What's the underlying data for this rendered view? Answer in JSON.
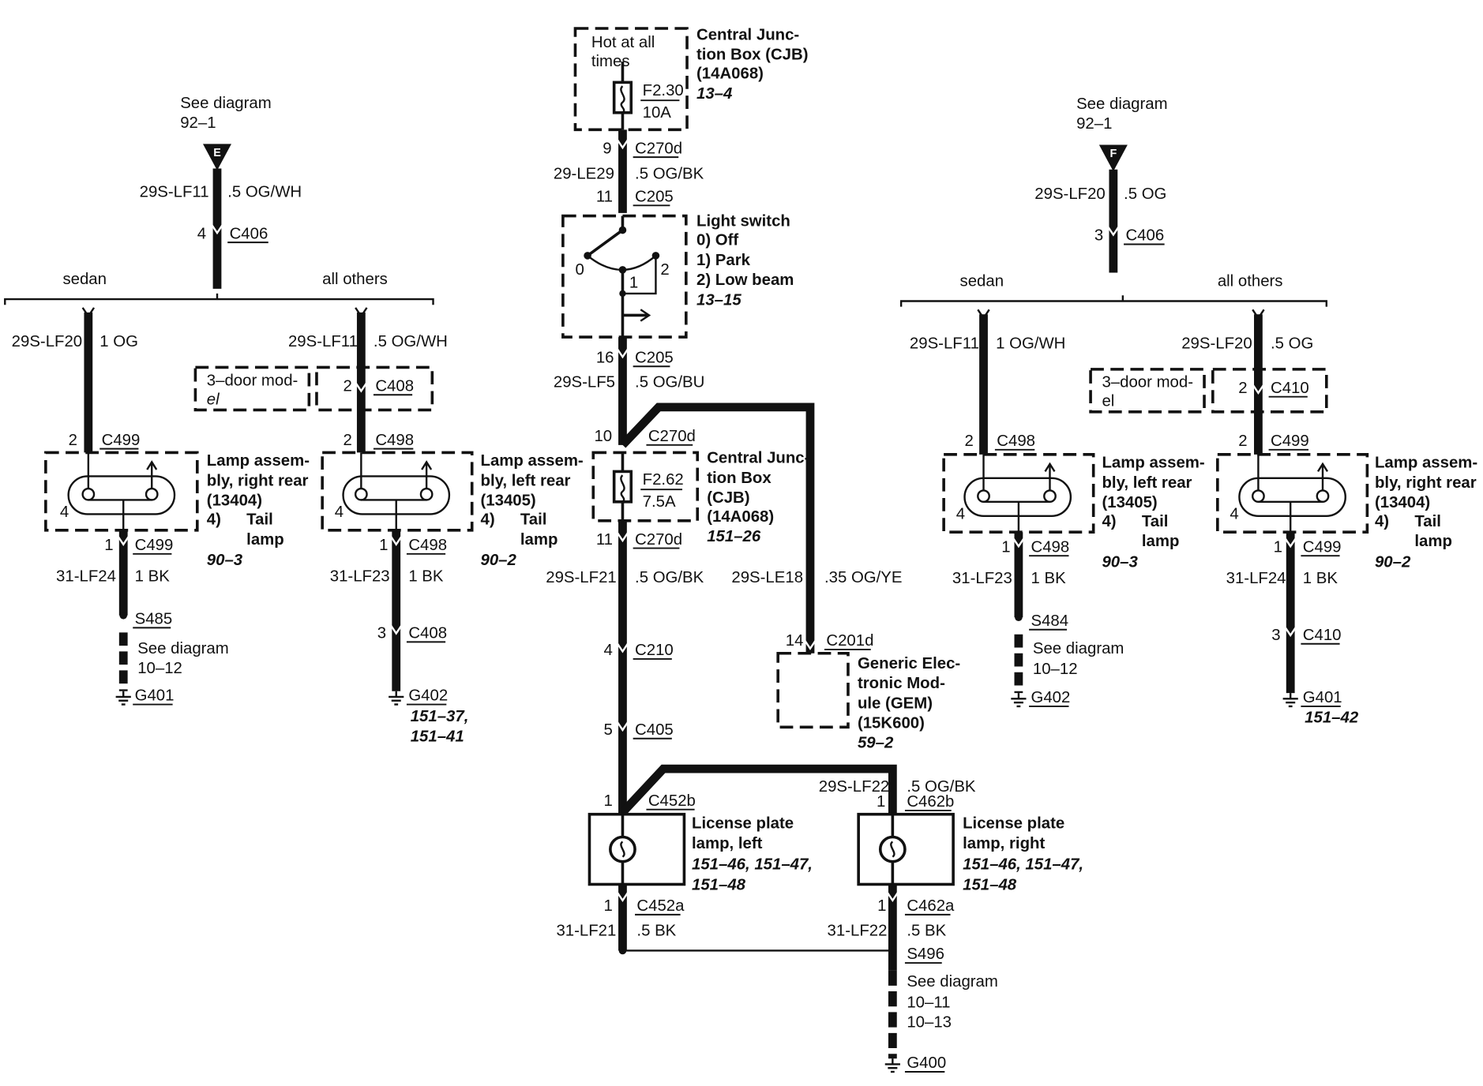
{
  "diagram": {
    "cjb_top": {
      "box_text_1": "Hot at all",
      "box_text_2": "times",
      "fuse": "F2.30",
      "rating": "10A",
      "name_1": "Central Junc-",
      "name_2": "tion Box (CJB)",
      "part": "(14A068)",
      "ref": "13–4"
    },
    "center_wire_1": {
      "pin_top": "9",
      "conn_top": "C270d",
      "circuit": "29-LE29",
      "size_color": ".5 OG/BK",
      "pin_bottom": "11",
      "conn_bottom": "C205"
    },
    "light_switch": {
      "title": "Light switch",
      "opt0": "0)   Off",
      "opt1": "1)   Park",
      "opt2": "2)   Low beam",
      "ref": "13–15",
      "pos0": "0",
      "pos1": "1",
      "pos2": "2"
    },
    "center_wire_2": {
      "pin": "16",
      "conn": "C205",
      "circuit": "29S-LF5",
      "size_color": ".5 OG/BU"
    },
    "cjb_mid": {
      "pin_in": "10",
      "conn_in": "C270d",
      "fuse": "F2.62",
      "rating": "7.5A",
      "name_1": "Central Junc-",
      "name_2": "tion Box",
      "name_3": "(CJB)",
      "part": "(14A068)",
      "ref": "151–26",
      "pin_out": "11",
      "conn_out": "C270d"
    },
    "center_wire_3": {
      "circuit": "29S-LF21",
      "size_color": ".5 OG/BK",
      "pin_a": "4",
      "conn_a": "C210",
      "pin_b": "5",
      "conn_b": "C405"
    },
    "gem": {
      "circuit": "29S-LE18",
      "size_color": ".35 OG/YE",
      "pin": "14",
      "conn": "C201d",
      "name_1": "Generic Elec-",
      "name_2": "tronic Mod-",
      "name_3": "ule (GEM)",
      "part": "(15K600)",
      "ref": "59–2"
    },
    "lic_left": {
      "pin_top": "1",
      "conn_top": "C452b",
      "name_1": "License plate",
      "name_2": "lamp, left",
      "ref_1": "151–46, 151–47,",
      "ref_2": "151–48",
      "pin_bottom": "1",
      "conn_bottom": "C452a",
      "circuit": "31-LF21",
      "size_color": ".5 BK"
    },
    "lic_right": {
      "circuit_top": "29S-LF22",
      "size_color_top": ".5 OG/BK",
      "pin_top": "1",
      "conn_top": "C462b",
      "name_1": "License plate",
      "name_2": "lamp, right",
      "ref_1": "151–46, 151–47,",
      "ref_2": "151–48",
      "pin_bottom": "1",
      "conn_bottom": "C462a",
      "circuit": "31-LF22",
      "size_color": ".5 BK",
      "splice": "S496",
      "see": "See diagram",
      "see_1": "10–11",
      "see_2": "10–13",
      "ground": "G400"
    },
    "left_group": {
      "see": "See diagram",
      "see_ref": "92–1",
      "connector_letter": "E",
      "feed_circuit": "29S-LF11",
      "feed_size": ".5 OG/WH",
      "feed_pin": "4",
      "feed_conn": "C406",
      "label_a": "sedan",
      "label_b": "all others",
      "branch_a": {
        "circuit": "29S-LF20",
        "size_color": "1 OG",
        "pin_in": "2",
        "conn_in": "C499",
        "lamp_1": "Lamp assem-",
        "lamp_2": "bly, right rear",
        "lamp_part": "(13404)",
        "lamp_4": "4)",
        "lamp_tail_1": "Tail",
        "lamp_tail_2": "lamp",
        "lamp_ref": "90–3",
        "pin_side": "4",
        "pin_out": "1",
        "conn_out": "C499",
        "gnd_circuit": "31-LF24",
        "gnd_size": "1 BK",
        "splice": "S485",
        "see": "See diagram",
        "see_ref": "10–12",
        "ground": "G401"
      },
      "door_note_1": "3–door mod-",
      "door_note_2": "el",
      "branch_b": {
        "circuit": "29S-LF11",
        "size_color": ".5 OG/WH",
        "door_pin": "2",
        "door_conn": "C408",
        "pin_in": "2",
        "conn_in": "C498",
        "lamp_1": "Lamp assem-",
        "lamp_2": "bly, left rear",
        "lamp_part": "(13405)",
        "lamp_4": "4)",
        "lamp_tail_1": "Tail",
        "lamp_tail_2": "lamp",
        "lamp_ref": "90–2",
        "pin_side": "4",
        "pin_out": "1",
        "conn_out": "C498",
        "gnd_circuit": "31-LF23",
        "gnd_size": "1 BK",
        "gnd_pin": "3",
        "gnd_conn": "C408",
        "ground": "G402",
        "ground_ref_1": "151–37,",
        "ground_ref_2": "151–41"
      }
    },
    "right_group": {
      "see": "See diagram",
      "see_ref": "92–1",
      "connector_letter": "F",
      "feed_circuit": "29S-LF20",
      "feed_size": ".5 OG",
      "feed_pin": "3",
      "feed_conn": "C406",
      "label_a": "sedan",
      "label_b": "all others",
      "branch_a": {
        "circuit": "29S-LF11",
        "size_color": "1 OG/WH",
        "pin_in": "2",
        "conn_in": "C498",
        "lamp_1": "Lamp assem-",
        "lamp_2": "bly, left rear",
        "lamp_part": "(13405)",
        "lamp_4": "4)",
        "lamp_tail_1": "Tail",
        "lamp_tail_2": "lamp",
        "lamp_ref": "90–3",
        "pin_side": "4",
        "pin_out": "1",
        "conn_out": "C498",
        "gnd_circuit": "31-LF23",
        "gnd_size": "1 BK",
        "splice": "S484",
        "see": "See diagram",
        "see_ref": "10–12",
        "ground": "G402"
      },
      "door_note_1": "3–door mod-",
      "door_note_2": "el",
      "branch_b": {
        "circuit": "29S-LF20",
        "size_color": ".5 OG",
        "door_pin": "2",
        "door_conn": "C410",
        "pin_in": "2",
        "conn_in": "C499",
        "lamp_1": "Lamp assem-",
        "lamp_2": "bly, right rear",
        "lamp_part": "(13404)",
        "lamp_4": "4)",
        "lamp_tail_1": "Tail",
        "lamp_tail_2": "lamp",
        "lamp_ref": "90–2",
        "pin_side": "4",
        "pin_out": "1",
        "conn_out": "C499",
        "gnd_circuit": "31-LF24",
        "gnd_size": "1 BK",
        "gnd_pin": "3",
        "gnd_conn": "C410",
        "ground": "G401",
        "ground_ref": "151–42"
      }
    }
  }
}
